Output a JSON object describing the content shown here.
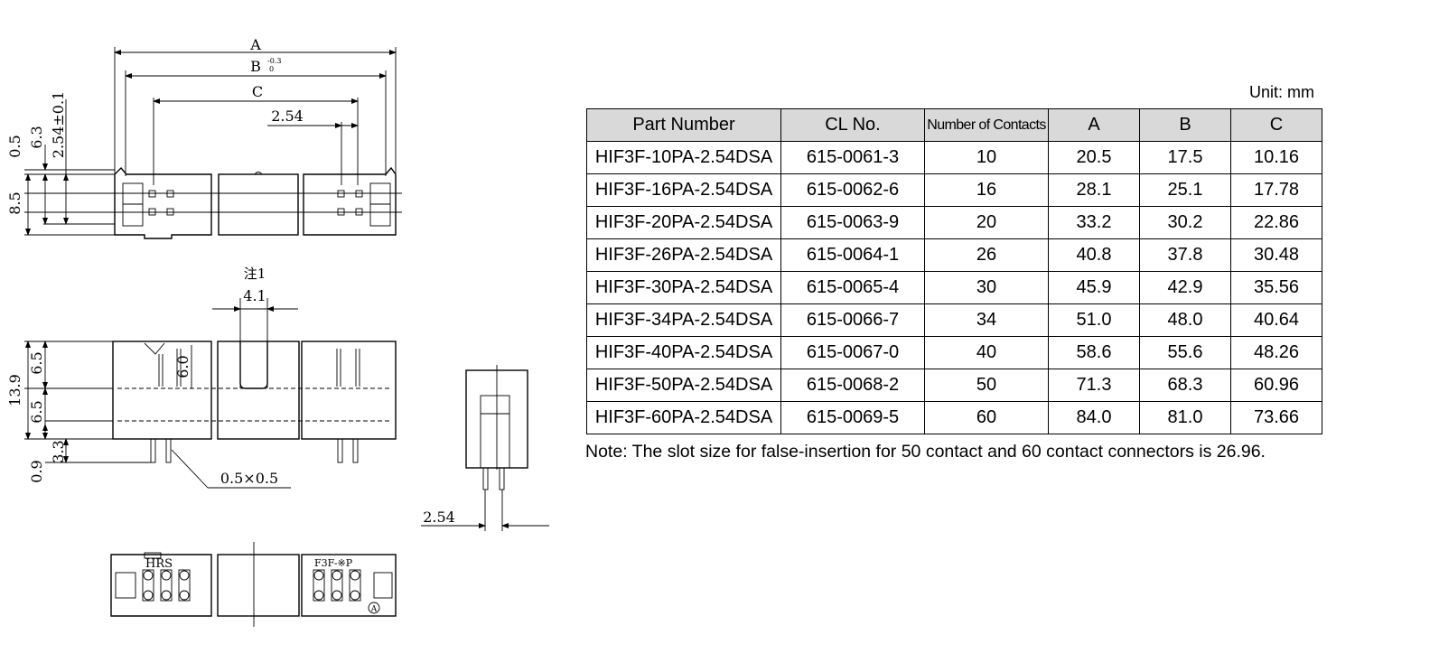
{
  "drawing": {
    "dims": {
      "a": "A",
      "b": "B",
      "b_tol_upper": "-0.3",
      "b_tol_lower": "0",
      "c": "C",
      "pitch": "2.54",
      "d_0_5": "0.5",
      "d_6_3": "6.3",
      "d_2_54_tol": "2.54±0.1",
      "d_8_5": "8.5",
      "note_ref": "注1",
      "d_4_1": "4.1",
      "d_6_0": "6.0",
      "d_13_9": "13.9",
      "d_6_5_top": "6.5",
      "d_6_5_bottom": "6.5",
      "d_3_3": "3.3",
      "d_0_9": "0.9",
      "pin_size": "0.5×0.5",
      "side_pitch": "2.54",
      "mark_hrs": "HRS",
      "mark_model": "F3F-※P",
      "mark_a": "A"
    }
  },
  "table": {
    "unit": "Unit: mm",
    "headers": [
      "Part Number",
      "CL No.",
      "Number of Contacts",
      "A",
      "B",
      "C"
    ],
    "rows": [
      [
        "HIF3F-10PA-2.54DSA",
        "615-0061-3",
        "10",
        "20.5",
        "17.5",
        "10.16"
      ],
      [
        "HIF3F-16PA-2.54DSA",
        "615-0062-6",
        "16",
        "28.1",
        "25.1",
        "17.78"
      ],
      [
        "HIF3F-20PA-2.54DSA",
        "615-0063-9",
        "20",
        "33.2",
        "30.2",
        "22.86"
      ],
      [
        "HIF3F-26PA-2.54DSA",
        "615-0064-1",
        "26",
        "40.8",
        "37.8",
        "30.48"
      ],
      [
        "HIF3F-30PA-2.54DSA",
        "615-0065-4",
        "30",
        "45.9",
        "42.9",
        "35.56"
      ],
      [
        "HIF3F-34PA-2.54DSA",
        "615-0066-7",
        "34",
        "51.0",
        "48.0",
        "40.64"
      ],
      [
        "HIF3F-40PA-2.54DSA",
        "615-0067-0",
        "40",
        "58.6",
        "55.6",
        "48.26"
      ],
      [
        "HIF3F-50PA-2.54DSA",
        "615-0068-2",
        "50",
        "71.3",
        "68.3",
        "60.96"
      ],
      [
        "HIF3F-60PA-2.54DSA",
        "615-0069-5",
        "60",
        "84.0",
        "81.0",
        "73.66"
      ]
    ],
    "note": "Note: The slot size for false-insertion for 50 contact and 60 contact connectors is 26.96."
  }
}
